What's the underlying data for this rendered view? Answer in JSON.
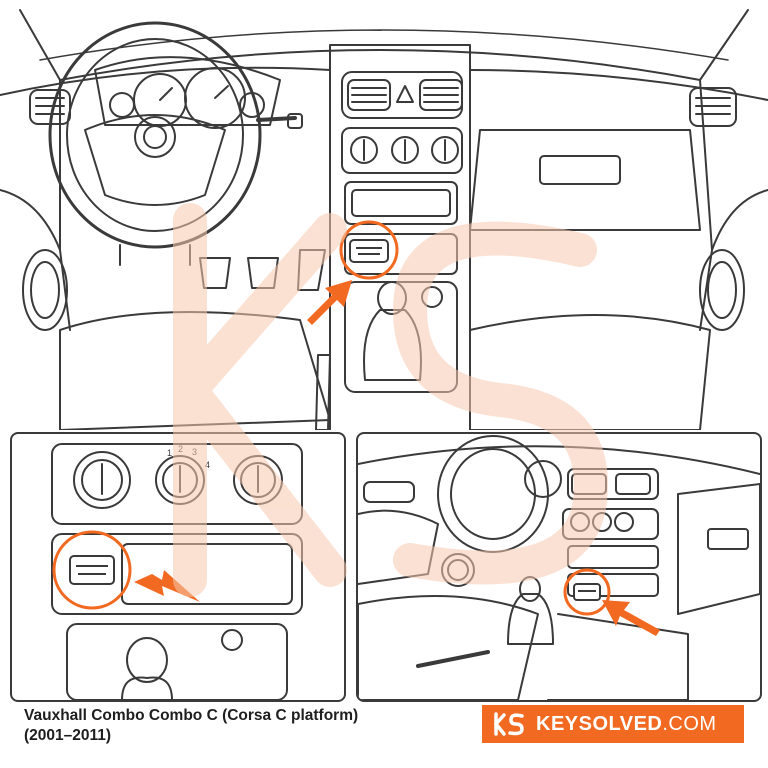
{
  "caption": {
    "line1": "Vauxhall Combo Combo C (Corsa C platform)",
    "line2": "(2001–2011)"
  },
  "brand": {
    "name_bold": "KEYSOLVED",
    "name_suffix": ".COM",
    "accent_color": "#f26a21",
    "logo_icon": "ks-logo-icon"
  },
  "inset_left": {
    "dial_numbers": [
      "1",
      "2",
      "3",
      "4"
    ]
  },
  "colors": {
    "line": "#3a3a3a",
    "highlight": "#f26a21",
    "watermark": "#f6c9ae"
  },
  "icons": [
    "obd-port-icon",
    "pointer-arrow-icon",
    "hazard-triangle-icon",
    "steering-wheel-icon",
    "gear-knob-icon"
  ]
}
